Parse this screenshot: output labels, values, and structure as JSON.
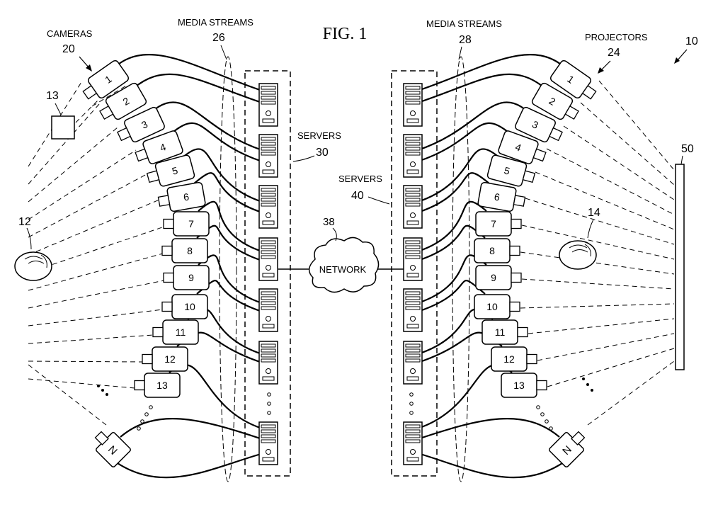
{
  "figure_title": "FIG. 1",
  "figure_ref": "10",
  "cameras": {
    "label": "CAMERAS",
    "ref": "20"
  },
  "projectors": {
    "label": "PROJECTORS",
    "ref": "24"
  },
  "streams_left": {
    "label": "MEDIA STREAMS",
    "ref": "26"
  },
  "streams_right": {
    "label": "MEDIA STREAMS",
    "ref": "28"
  },
  "servers_left": {
    "label": "SERVERS",
    "ref": "30"
  },
  "servers_right": {
    "label": "SERVERS",
    "ref": "40"
  },
  "network": {
    "label": "NETWORK",
    "ref": "38"
  },
  "subject_left_ref": "12",
  "subject_right_ref": "14",
  "object_ref": "13",
  "screen_ref": "50",
  "device_labels": [
    "1",
    "2",
    "3",
    "4",
    "5",
    "6",
    "7",
    "8",
    "9",
    "10",
    "11",
    "12",
    "13",
    "N"
  ]
}
